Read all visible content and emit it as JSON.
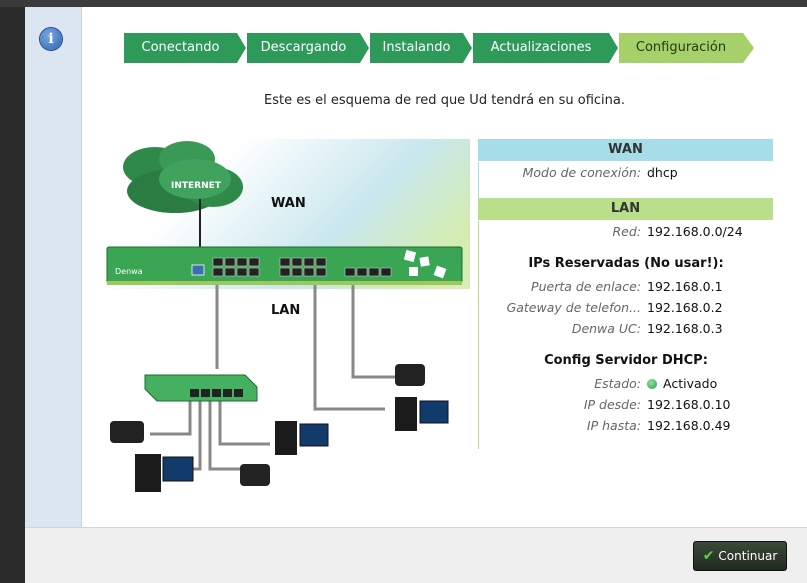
{
  "steps": [
    {
      "label": "Conectando",
      "active": false
    },
    {
      "label": "Descargando",
      "active": false
    },
    {
      "label": "Instalando",
      "active": false
    },
    {
      "label": "Actualizaciones",
      "active": false
    },
    {
      "label": "Configuración",
      "active": true
    }
  ],
  "intro": "Este es el esquema de red que Ud tendrá en su oficina.",
  "diagram": {
    "internet_label": "INTERNET",
    "wan_label": "WAN",
    "lan_label": "LAN",
    "brand": "Denwa"
  },
  "wan": {
    "title": "WAN",
    "modo_label": "Modo de conexión:",
    "modo_value": "dhcp"
  },
  "lan": {
    "title": "LAN",
    "red_label": "Red:",
    "red_value": "192.168.0.0/24",
    "reserved_title": "IPs Reservadas (No usar!):",
    "reserved": [
      {
        "label": "Puerta de enlace:",
        "value": "192.168.0.1"
      },
      {
        "label": "Gateway de telefon...",
        "value": "192.168.0.2"
      },
      {
        "label": "Denwa UC:",
        "value": "192.168.0.3"
      }
    ],
    "dhcp_title": "Config Servidor DHCP:",
    "estado_label": "Estado:",
    "estado_value": "Activado",
    "desde_label": "IP desde:",
    "desde_value": "192.168.0.10",
    "hasta_label": "IP hasta:",
    "hasta_value": "192.168.0.49"
  },
  "footer": {
    "continue_label": "Continuar"
  },
  "colors": {
    "step_green": "#2e9a5a",
    "step_active": "#a6d06a",
    "wan_header": "#a7dde8",
    "lan_header": "#b9df8a"
  }
}
